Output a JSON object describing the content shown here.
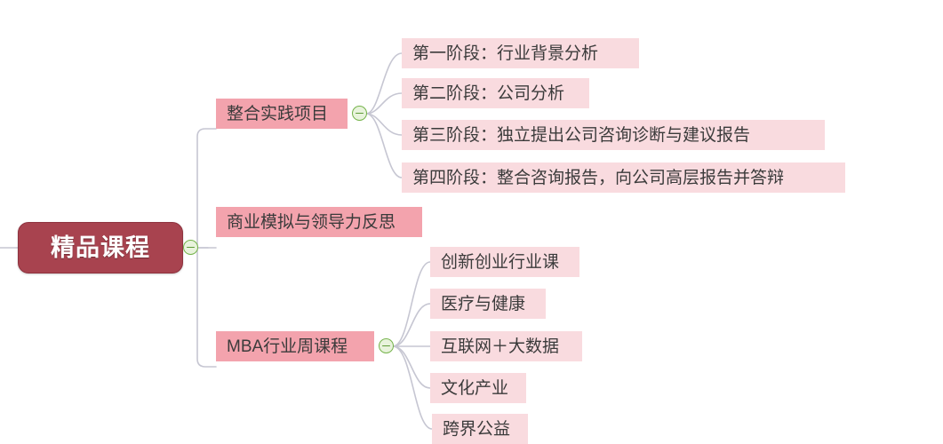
{
  "map": {
    "title": "精品课程",
    "theme": {
      "background": "#ffffff",
      "root_fill": "#a8434f",
      "root_text": "#ffffff",
      "level2_fill": "#f3a3ad",
      "level3_fill": "#f9dbdf",
      "node_text": "#3b3b3b",
      "connector": "#c6c6d2",
      "toggle_ring": "#74b34a",
      "toggle_fill": "#e8f3dc"
    },
    "root": {
      "label": "精品课程",
      "toggle_state": "expanded",
      "toggle_glyph": "−"
    },
    "branches": [
      {
        "label": "整合实践项目",
        "toggle_state": "expanded",
        "toggle_glyph": "−",
        "children": [
          {
            "label": "第一阶段：行业背景分析"
          },
          {
            "label": "第二阶段：公司分析"
          },
          {
            "label": "第三阶段：独立提出公司咨询诊断与建议报告"
          },
          {
            "label": "第四阶段：整合咨询报告，向公司高层报告并答辩"
          }
        ]
      },
      {
        "label": "商业模拟与领导力反思",
        "toggle_state": "none",
        "children": []
      },
      {
        "label": "MBA行业周课程",
        "toggle_state": "expanded",
        "toggle_glyph": "−",
        "children": [
          {
            "label": "创新创业行业课"
          },
          {
            "label": "医疗与健康"
          },
          {
            "label": "互联网＋大数据"
          },
          {
            "label": "文化产业"
          },
          {
            "label": "跨界公益"
          }
        ]
      }
    ]
  }
}
